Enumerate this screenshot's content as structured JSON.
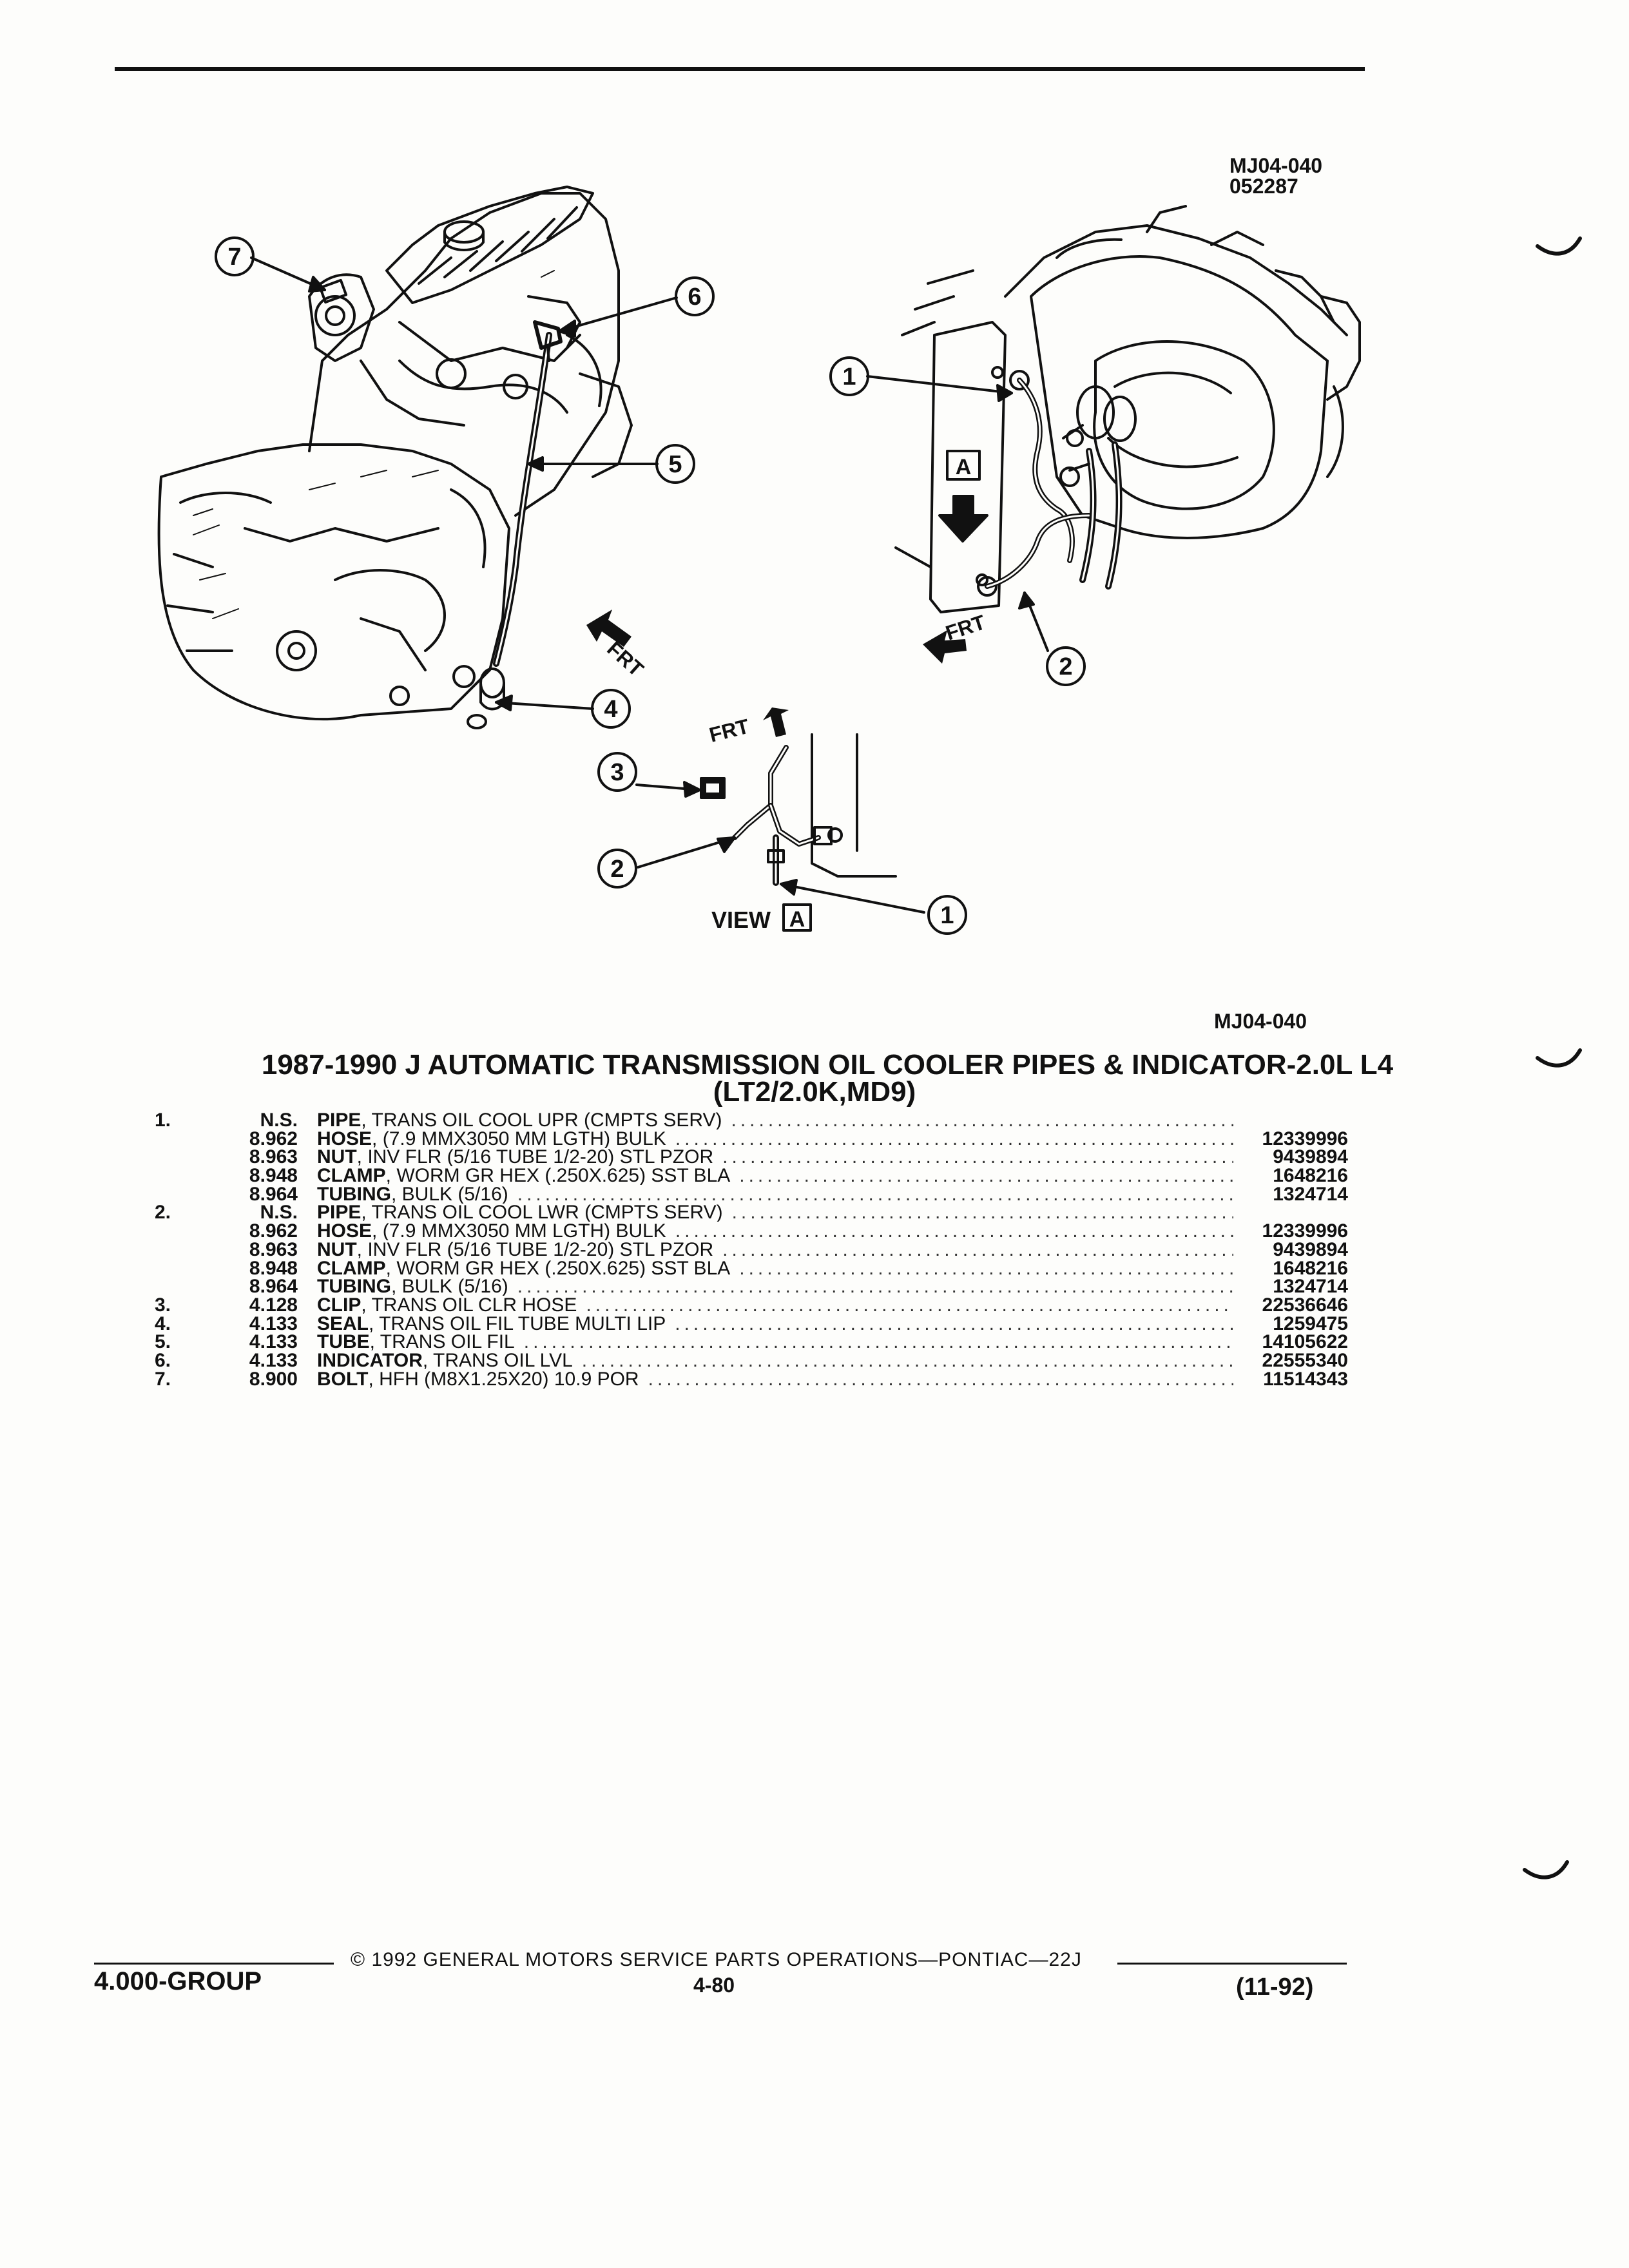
{
  "figure": {
    "code": "MJ04-040",
    "date_code": "052287",
    "bottom_code": "MJ04-040",
    "frt_label": "FRT",
    "view_label": "VIEW",
    "view_letter": "A",
    "callouts": {
      "c1": "1",
      "c2": "2",
      "c3": "3",
      "c4": "4",
      "c5": "5",
      "c6": "6",
      "c7": "7"
    }
  },
  "title": {
    "line1": "1987-1990 J AUTOMATIC TRANSMISSION OIL COOLER PIPES & INDICATOR-2.0L L4",
    "line2": "(LT2/2.0K,MD9)"
  },
  "parts": [
    {
      "item": "1.",
      "code": "N.S.",
      "name": "PIPE",
      "desc": ", TRANS OIL COOL UPR (CMPTS SERV)",
      "number": ""
    },
    {
      "item": "",
      "code": "8.962",
      "name": "HOSE",
      "desc": ", (7.9 MMX3050 MM LGTH) BULK",
      "number": "12339996"
    },
    {
      "item": "",
      "code": "8.963",
      "name": "NUT",
      "desc": ", INV FLR (5/16 TUBE 1/2-20) STL PZOR",
      "number": "9439894"
    },
    {
      "item": "",
      "code": "8.948",
      "name": "CLAMP",
      "desc": ", WORM GR HEX (.250X.625) SST BLA",
      "number": "1648216"
    },
    {
      "item": "",
      "code": "8.964",
      "name": "TUBING",
      "desc": ", BULK (5/16)",
      "number": "1324714"
    },
    {
      "item": "2.",
      "code": "N.S.",
      "name": "PIPE",
      "desc": ", TRANS OIL COOL LWR (CMPTS SERV)",
      "number": ""
    },
    {
      "item": "",
      "code": "8.962",
      "name": "HOSE",
      "desc": ", (7.9 MMX3050 MM LGTH) BULK",
      "number": "12339996"
    },
    {
      "item": "",
      "code": "8.963",
      "name": "NUT",
      "desc": ", INV FLR (5/16 TUBE 1/2-20) STL PZOR",
      "number": "9439894"
    },
    {
      "item": "",
      "code": "8.948",
      "name": "CLAMP",
      "desc": ", WORM GR HEX (.250X.625) SST BLA",
      "number": "1648216"
    },
    {
      "item": "",
      "code": "8.964",
      "name": "TUBING",
      "desc": ", BULK (5/16)",
      "number": "1324714"
    },
    {
      "item": "3.",
      "code": "4.128",
      "name": "CLIP",
      "desc": ", TRANS OIL CLR HOSE",
      "number": "22536646"
    },
    {
      "item": "4.",
      "code": "4.133",
      "name": "SEAL",
      "desc": ", TRANS OIL FIL TUBE MULTI LIP",
      "number": "1259475"
    },
    {
      "item": "5.",
      "code": "4.133",
      "name": "TUBE",
      "desc": ", TRANS OIL FIL",
      "number": "14105622"
    },
    {
      "item": "6.",
      "code": "4.133",
      "name": "INDICATOR",
      "desc": ", TRANS OIL LVL",
      "number": "22555340"
    },
    {
      "item": "7.",
      "code": "8.900",
      "name": "BOLT",
      "desc": ", HFH (M8X1.25X20) 10.9 POR",
      "number": "11514343"
    }
  ],
  "footer": {
    "copyright": "© 1992 GENERAL MOTORS SERVICE PARTS OPERATIONS—PONTIAC—22J",
    "group": "4.000-GROUP",
    "page": "4-80",
    "date": "(11-92)"
  },
  "colors": {
    "ink": "#111111",
    "paper": "#fdfdfb"
  }
}
